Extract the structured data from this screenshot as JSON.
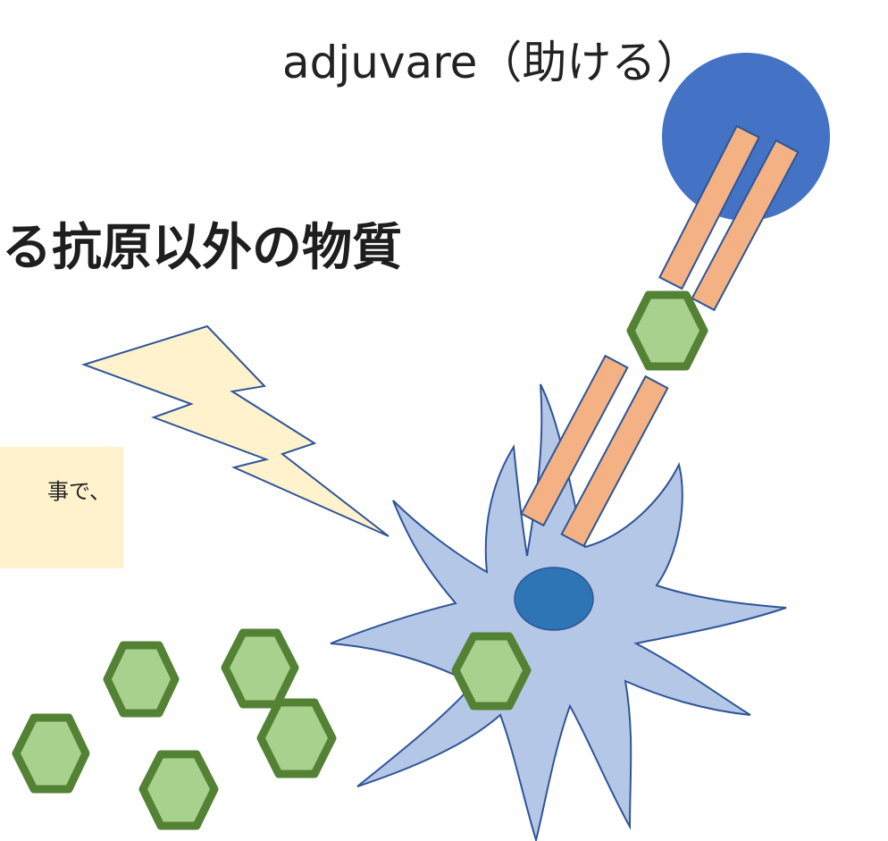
{
  "title": {
    "line1": "adjuvare（助ける）",
    "line2": "る抗原以外の物質"
  },
  "note": {
    "text": "事で、"
  },
  "colors": {
    "b_cell": "#4472c4",
    "antibody": "#f4b183",
    "antibody_stroke": "#2f5597",
    "antigen_fill": "#a9d18e",
    "antigen_stroke": "#548235",
    "dendritic_cell": "#b4c7e7",
    "dendritic_stroke": "#2f5597",
    "nucleus": "#2e75b6",
    "lightning": "#fff2cc",
    "note_bg": "#fff2cc"
  }
}
